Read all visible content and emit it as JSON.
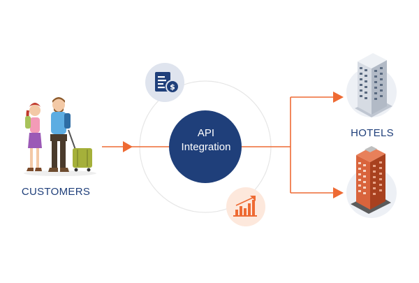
{
  "center": {
    "line1": "API",
    "line2": "Integration"
  },
  "customers": {
    "label": "CUSTOMERS"
  },
  "hotels": {
    "label": "HOTELS"
  },
  "colors": {
    "navy": "#1f3f7a",
    "orange": "#ee6a33",
    "ring": "#e6e6e6",
    "badge_bg": "#dfe4ee",
    "badge_bg_orange": "#fde8dc"
  },
  "icons": {
    "payment": "invoice-dollar-icon",
    "analytics": "bar-chart-growth-icon",
    "customers": "travelers-illustration",
    "hotel_1": "white-highrise-hotel-icon",
    "hotel_2": "red-brick-hotel-icon"
  }
}
